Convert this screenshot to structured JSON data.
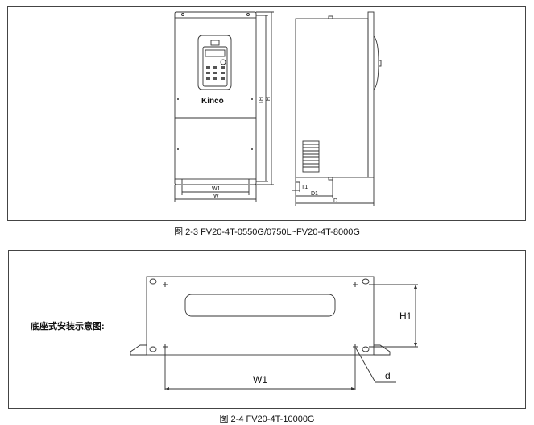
{
  "figure1": {
    "caption": "图 2-3 FV20-4T-0550G/0750L~FV20-4T-8000G",
    "logo_text": "Kinco",
    "dimension_labels": {
      "w1": "W1",
      "w": "W",
      "h1": "H1",
      "h": "H",
      "t1": "T1",
      "d1": "D1",
      "d": "D"
    }
  },
  "figure2": {
    "caption": "图 2-4 FV20-4T-10000G",
    "side_label": "底座式安装示意图:",
    "dimension_labels": {
      "h1": "H1",
      "w1": "W1",
      "d": "d"
    }
  }
}
